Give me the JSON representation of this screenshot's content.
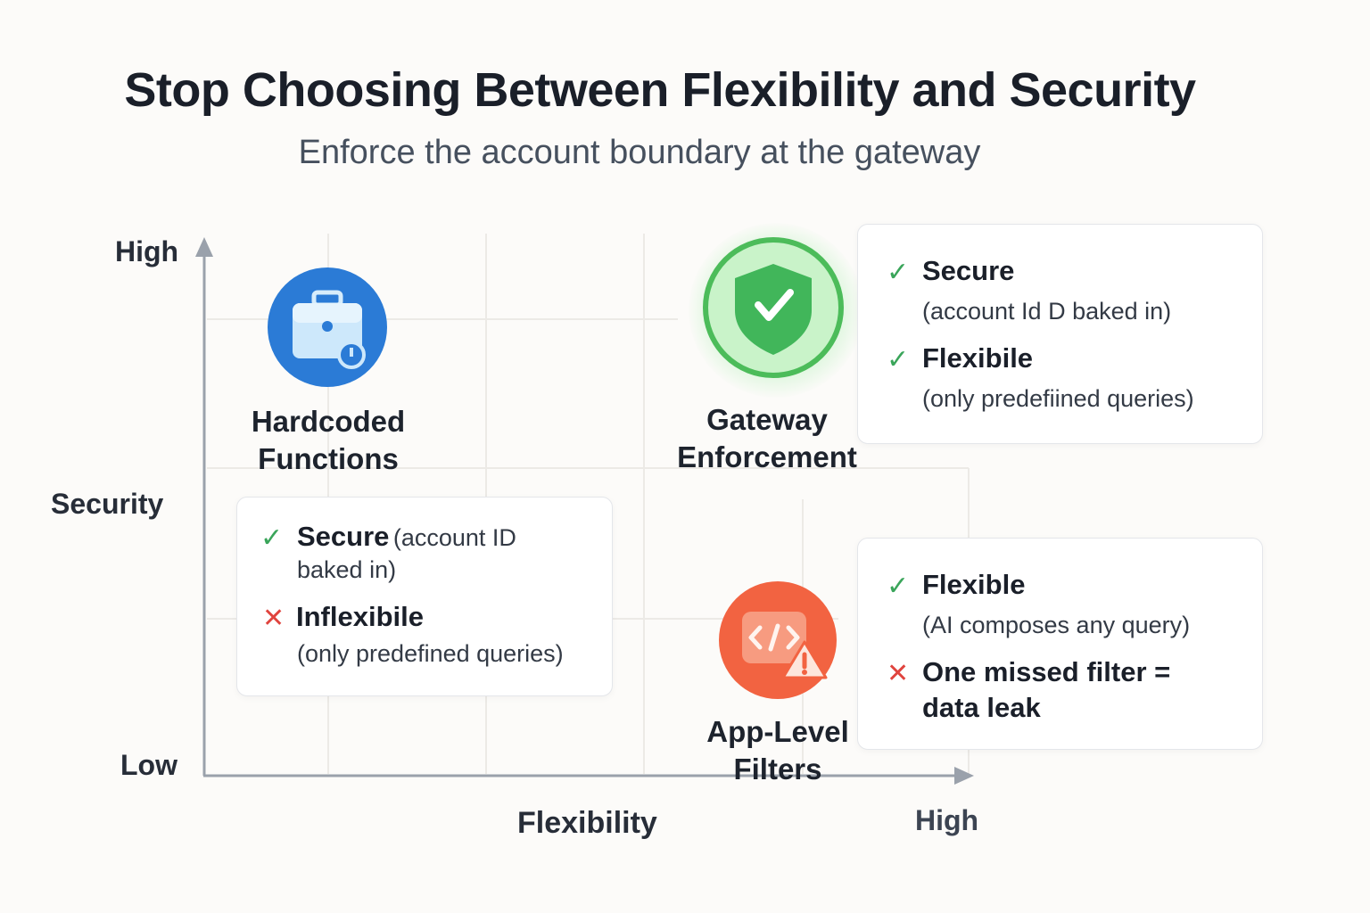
{
  "header": {
    "title": "Stop Choosing Between Flexibility and Security",
    "subtitle": "Enforce the account boundary at the gateway"
  },
  "axes": {
    "y_high": "High",
    "y_title": "Security",
    "y_low": "Low",
    "x_title": "Flexibility",
    "x_high": "High"
  },
  "quadrants": {
    "hardcoded": {
      "label_line1": "Hardcoded",
      "label_line2": "Functions",
      "icon": "toolbox-icon",
      "color": "#2b7bd6",
      "card": {
        "item1_strong": "Secure",
        "item1_note_a": "(account ID",
        "item1_note_b": "baked in)",
        "item2_strong": "Inflexibile",
        "item2_note": "(only predefined queries)"
      }
    },
    "gateway": {
      "label_line1": "Gateway",
      "label_line2": "Enforcement",
      "icon": "shield-check-icon",
      "color": "#42b65a",
      "card": {
        "item1_strong": "Secure",
        "item1_note": "(account Id D baked in)",
        "item2_strong": "Flexibile",
        "item2_note": "(only predefiined queries)"
      }
    },
    "applevel": {
      "label_line1": "App-Level",
      "label_line2": "Filters",
      "icon": "code-warning-icon",
      "color": "#f26341",
      "card": {
        "item1_strong": "Flexible",
        "item1_note": "(AI composes any query)",
        "item2_strong_a": "One missed filter =",
        "item2_strong_b": "data leak"
      }
    }
  },
  "marks": {
    "check": "✓",
    "cross": "✕"
  },
  "colors": {
    "ok": "#3aa55a",
    "bad": "#e0443e",
    "axis": "#9aa1ab",
    "grid": "#eceae6"
  }
}
